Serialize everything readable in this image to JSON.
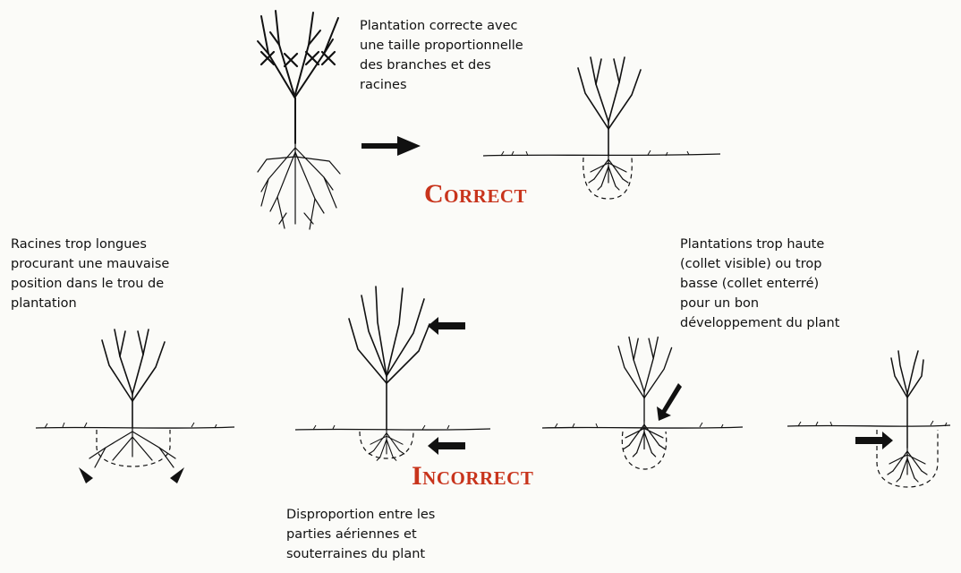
{
  "captions": {
    "correct_planting": "Plantation correcte avec\nune taille proportionnelle\ndes branches et des\nracines",
    "roots_too_long": "Racines trop longues\nprocurant une mauvaise\nposition dans le trou de\nplantation",
    "planting_height": "Plantations trop haute\n(collet visible) ou trop\nbasse (collet enterré)\npour un bon\ndéveloppement du plant",
    "disproportion": "Disproportion entre les\nparties aériennes et\nsouterraines du plant"
  },
  "labels": {
    "correct": "Correct",
    "incorrect": "Incorrect"
  },
  "colors": {
    "ink": "#111111",
    "label_red": "#c8341c"
  }
}
